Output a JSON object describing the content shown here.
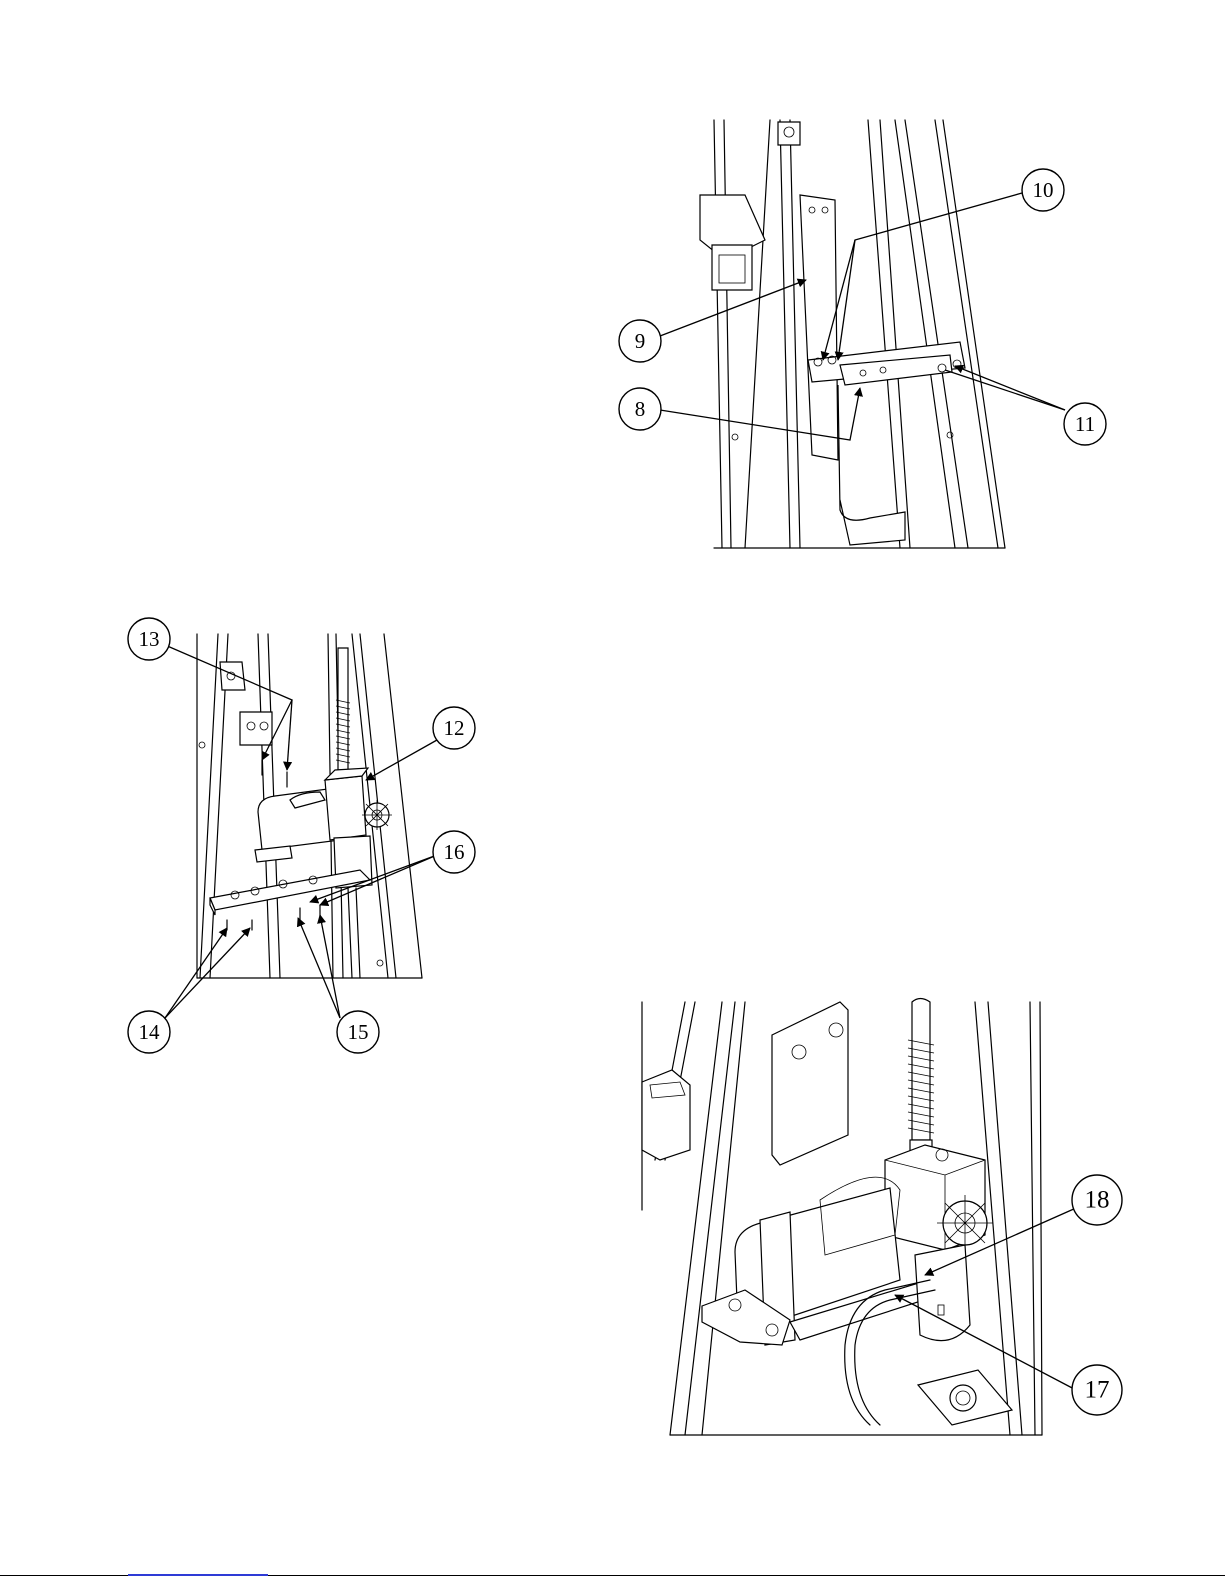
{
  "figures": [
    {
      "id": "fig-top-right",
      "callouts": [
        {
          "label": "10"
        },
        {
          "label": "9"
        },
        {
          "label": "8"
        },
        {
          "label": "11"
        }
      ]
    },
    {
      "id": "fig-middle-left",
      "callouts": [
        {
          "label": "13"
        },
        {
          "label": "12"
        },
        {
          "label": "16"
        },
        {
          "label": "14"
        },
        {
          "label": "15"
        }
      ]
    },
    {
      "id": "fig-bottom-right",
      "callouts": [
        {
          "label": "18"
        },
        {
          "label": "17"
        }
      ]
    }
  ],
  "colors": {
    "ink": "#000000",
    "paper": "#ffffff",
    "footer_link": "#2e3bd6"
  }
}
